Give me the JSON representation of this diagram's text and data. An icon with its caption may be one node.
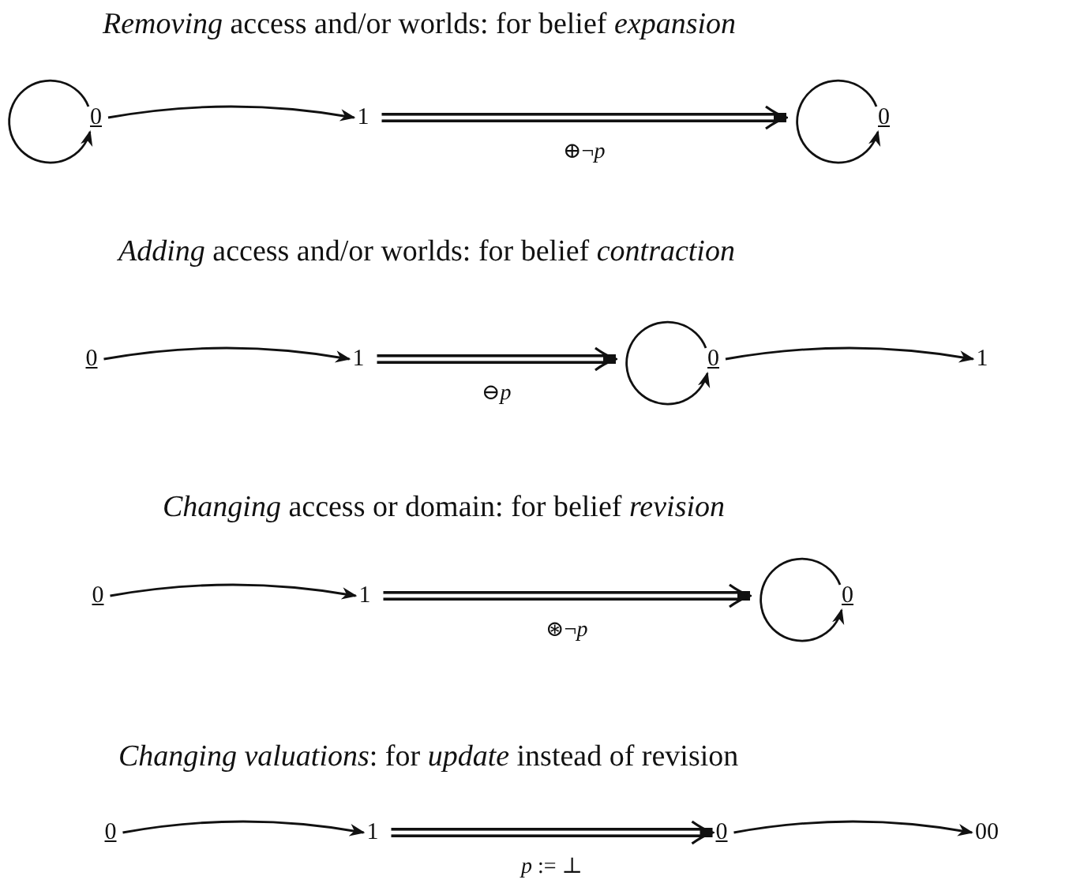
{
  "diagram": {
    "nodes": [
      {
        "text": [
          "0"
        ]
      },
      {
        "text": [
          "1"
        ]
      },
      {
        "text": [
          "0"
        ]
      },
      {
        "text": [
          "0"
        ]
      },
      {
        "text": [
          "1"
        ]
      },
      {
        "text": [
          "0"
        ]
      },
      {
        "text": [
          "1"
        ]
      },
      {
        "text": [
          "0"
        ]
      },
      {
        "text": [
          "1"
        ]
      },
      {
        "text": [
          "0"
        ]
      },
      {
        "text": [
          "0"
        ]
      },
      {
        "text": [
          "1"
        ]
      },
      {
        "text": [
          "0"
        ]
      },
      {
        "text": [
          "00"
        ]
      }
    ],
    "edges": [
      {
        "from": 0,
        "to": 0,
        "arrow": "to"
      },
      {
        "from": 0,
        "to": 1,
        "arrow": "to"
      },
      {
        "from": 1,
        "to": 2,
        "arrow": "to",
        "label": "⊕¬*p*",
        "style": "thick"
      },
      {
        "from": 2,
        "to": 2,
        "arrow": "to"
      },
      {
        "from": 3,
        "to": 4,
        "arrow": "to"
      },
      {
        "from": 4,
        "to": 5,
        "arrow": "to",
        "label": "⊖*p*",
        "style": "thick"
      },
      {
        "from": 5,
        "to": 5,
        "arrow": "to"
      },
      {
        "from": 5,
        "to": 6,
        "arrow": "to"
      },
      {
        "from": 7,
        "to": 8,
        "arrow": "to"
      },
      {
        "from": 8,
        "to": 9,
        "arrow": "to",
        "label": "⊛¬*p*",
        "style": "thick"
      },
      {
        "from": 9,
        "to": 9,
        "arrow": "to"
      },
      {
        "from": 10,
        "to": 11,
        "arrow": "to"
      },
      {
        "from": 11,
        "to": 12,
        "arrow": "to",
        "label": "*p* := ⊥",
        "style": "thick"
      },
      {
        "from": 12,
        "to": 13,
        "arrow": "to"
      }
    ],
    "labels": [
      "*Removing* access and/or worlds: for belief *expansion*",
      "*Adding* access and/or worlds: for belief *contraction*",
      "*Changing* access or domain: for belief *revision*",
      "*Changing valuations*: for *update* instead of revision"
    ]
  }
}
